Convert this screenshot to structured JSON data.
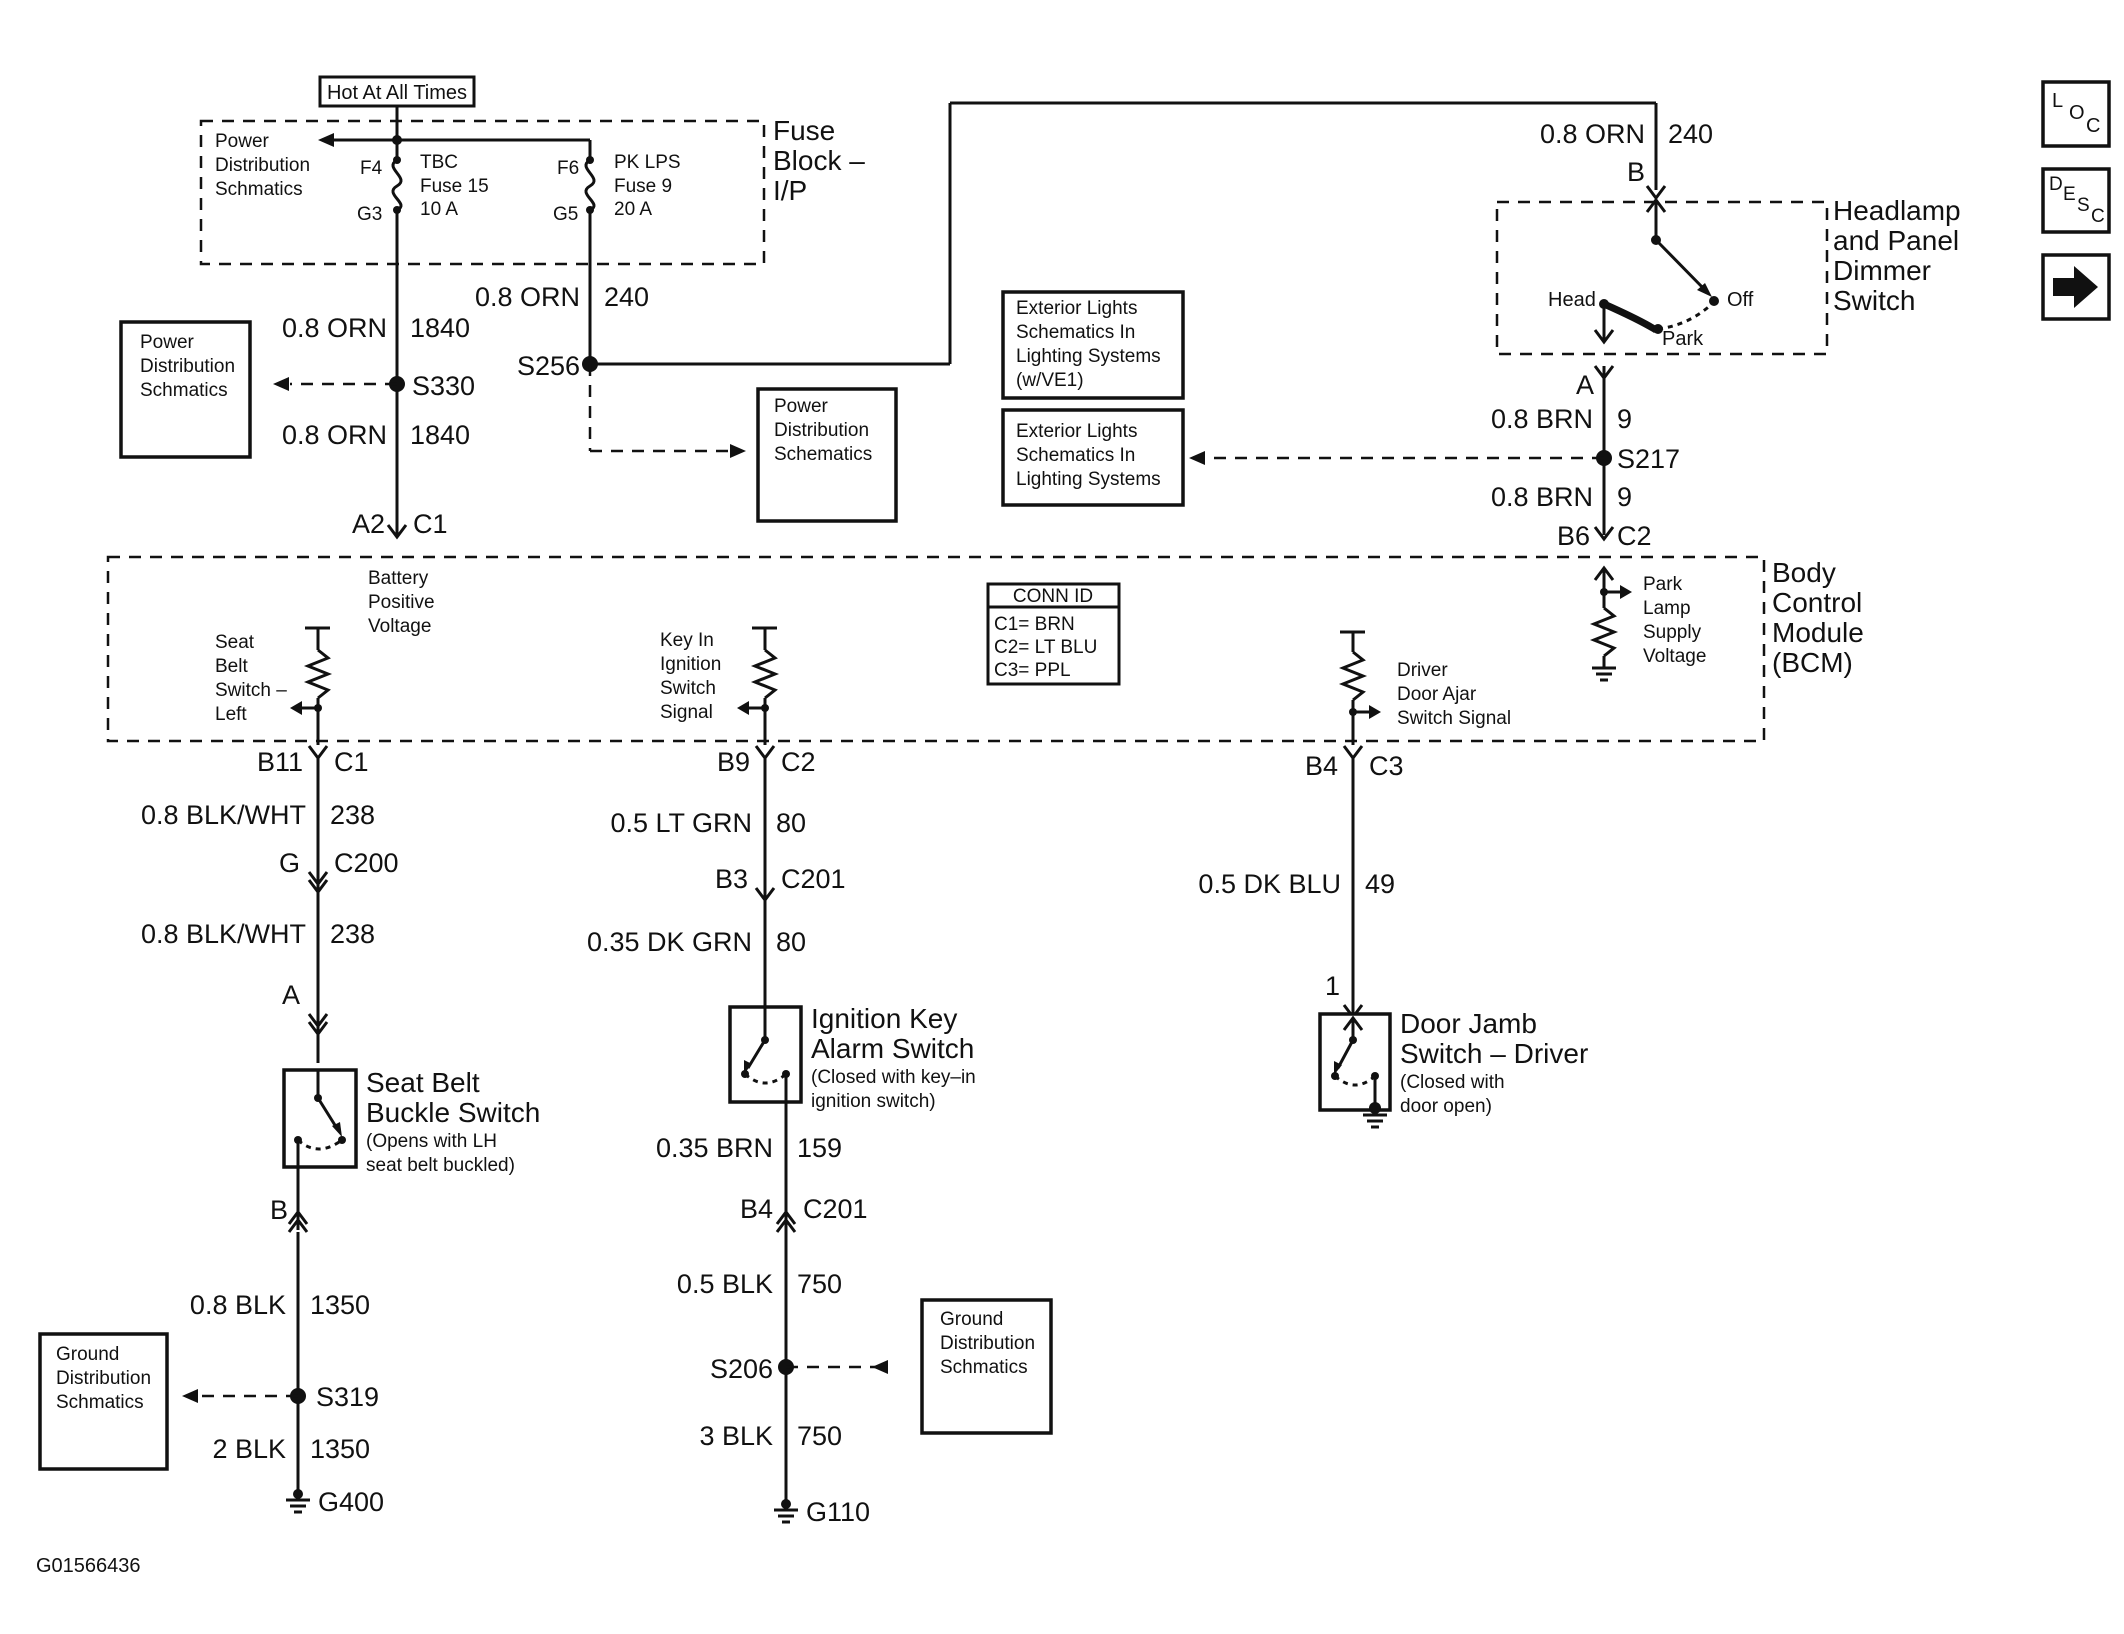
{
  "hot_label": "Hot At All Times",
  "fuse_block": {
    "title": [
      "Fuse",
      "Block –",
      "I/P"
    ],
    "pds": [
      "Power",
      "Distribution",
      "Schmatics"
    ],
    "f4": "F4",
    "g3": "G3",
    "tbc": [
      "TBC",
      "Fuse 15",
      "10 A"
    ],
    "f6": "F6",
    "g5": "G5",
    "pk": [
      "PK LPS",
      "Fuse 9",
      "20 A"
    ]
  },
  "wires": {
    "orn_240_top": {
      "gauge": "0.8 ORN",
      "circuit": "240"
    },
    "orn_240_mid": {
      "gauge": "0.8 ORN",
      "circuit": "240"
    },
    "orn_1840_a": {
      "gauge": "0.8 ORN",
      "circuit": "1840"
    },
    "orn_1840_b": {
      "gauge": "0.8 ORN",
      "circuit": "1840"
    },
    "brn_9_a": {
      "gauge": "0.8 BRN",
      "circuit": "9"
    },
    "brn_9_b": {
      "gauge": "0.8 BRN",
      "circuit": "9"
    },
    "blkwht_238_a": {
      "gauge": "0.8 BLK/WHT",
      "circuit": "238"
    },
    "blkwht_238_b": {
      "gauge": "0.8 BLK/WHT",
      "circuit": "238"
    },
    "blk_1350_a": {
      "gauge": "0.8 BLK",
      "circuit": "1350"
    },
    "blk_1350_b": {
      "gauge": "2 BLK",
      "circuit": "1350"
    },
    "ltgrn_80": {
      "gauge": "0.5 LT GRN",
      "circuit": "80"
    },
    "dkgrn_80": {
      "gauge": "0.35 DK GRN",
      "circuit": "80"
    },
    "brn_159": {
      "gauge": "0.35 BRN",
      "circuit": "159"
    },
    "blk_750_a": {
      "gauge": "0.5 BLK",
      "circuit": "750"
    },
    "blk_750_b": {
      "gauge": "3 BLK",
      "circuit": "750"
    },
    "dkblu_49": {
      "gauge": "0.5 DK BLU",
      "circuit": "49"
    }
  },
  "splices": {
    "s330": "S330",
    "s256": "S256",
    "s217": "S217",
    "s319": "S319",
    "s206": "S206"
  },
  "grounds": {
    "g400": "G400",
    "g110": "G110"
  },
  "connectors": {
    "a2": "A2",
    "c1_top": "C1",
    "b6": "B6",
    "c2_top": "C2",
    "hl_b": "B",
    "hl_a": "A",
    "b11": "B11",
    "c1": "C1",
    "b9": "B9",
    "c2": "C2",
    "b4": "B4",
    "c3": "C3",
    "g": "G",
    "c200": "C200",
    "b3": "B3",
    "c201": "C201",
    "sb_a": "A",
    "sb_b": "B",
    "b4b": "B4",
    "c201b": "C201",
    "dj_1": "1"
  },
  "refs": {
    "pds_left": [
      "Power",
      "Distribution",
      "Schmatics"
    ],
    "pds_mid": [
      "Power",
      "Distribution",
      "Schematics"
    ],
    "ext1": [
      "Exterior Lights",
      "Schematics In",
      "Lighting Systems",
      "(w/VE1)"
    ],
    "ext2": [
      "Exterior Lights",
      "Schematics In",
      "Lighting Systems"
    ],
    "gds_left": [
      "Ground",
      "Distribution",
      "Schmatics"
    ],
    "gds_mid": [
      "Ground",
      "Distribution",
      "Schmatics"
    ]
  },
  "headlamp": {
    "title": [
      "Headlamp",
      "and Panel",
      "Dimmer",
      "Switch"
    ],
    "head": "Head",
    "park": "Park",
    "off": "Off"
  },
  "bcm": {
    "title": [
      "Body",
      "Control",
      "Module",
      "(BCM)"
    ],
    "battery": [
      "Battery",
      "Positive",
      "Voltage"
    ],
    "seatbelt": [
      "Seat",
      "Belt",
      "Switch –",
      "Left"
    ],
    "keyin": [
      "Key In",
      "Ignition",
      "Switch",
      "Signal"
    ],
    "door": [
      "Driver",
      "Door Ajar",
      "Switch Signal"
    ],
    "park": [
      "Park",
      "Lamp",
      "Supply",
      "Voltage"
    ],
    "conn_id_title": "CONN ID",
    "conn_id": [
      "C1= BRN",
      "C2= LT BLU",
      "C3= PPL"
    ]
  },
  "components": {
    "seatbelt": {
      "title": [
        "Seat Belt",
        "Buckle Switch"
      ],
      "note": [
        "(Opens with LH",
        "seat belt buckled)"
      ]
    },
    "ignkey": {
      "title": [
        "Ignition Key",
        "Alarm Switch"
      ],
      "note": [
        "(Closed with key–in",
        "ignition switch)"
      ]
    },
    "doorjamb": {
      "title": [
        "Door Jamb",
        "Switch – Driver"
      ],
      "note": [
        "(Closed with",
        "door open)"
      ]
    }
  },
  "nav": {
    "loc": [
      "L",
      "O",
      "C"
    ],
    "desc": [
      "D",
      "E",
      "S",
      "C"
    ],
    "next_icon": "arrow-right-icon"
  },
  "figure_id": "G01566436"
}
